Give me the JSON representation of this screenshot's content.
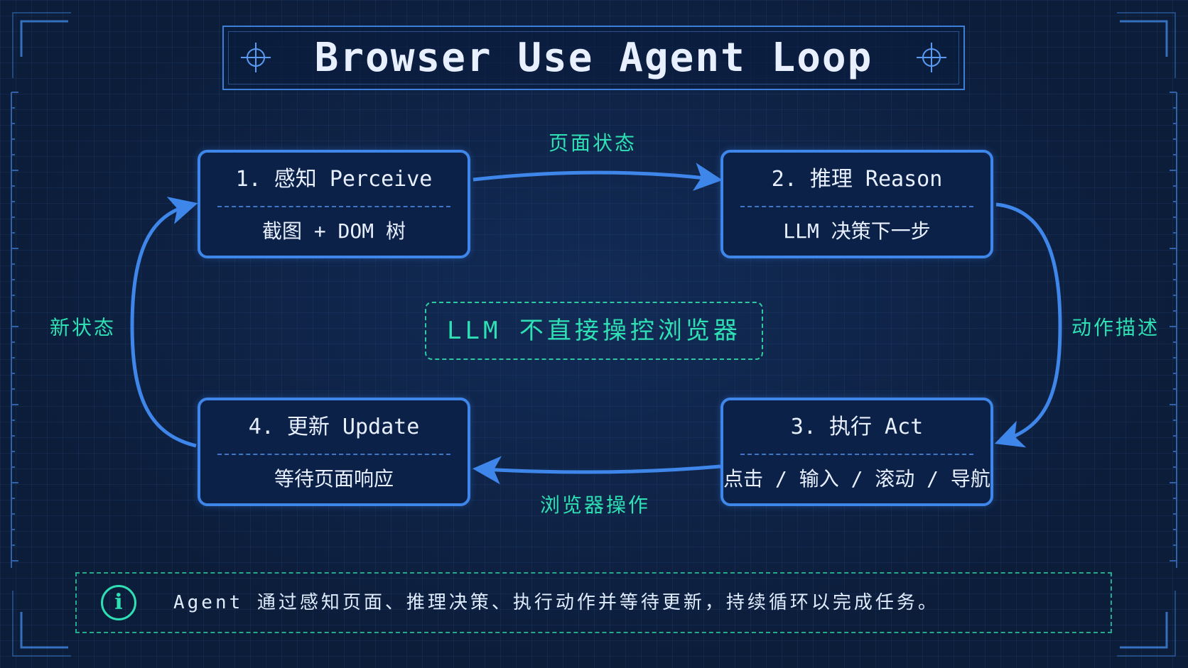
{
  "title": "Browser Use Agent Loop",
  "nodes": [
    {
      "head": "1. 感知 Perceive",
      "sub": "截图 + DOM 树"
    },
    {
      "head": "2. 推理 Reason",
      "sub": "LLM 决策下一步"
    },
    {
      "head": "3. 执行 Act",
      "sub": "点击 / 输入 / 滚动 / 导航"
    },
    {
      "head": "4. 更新 Update",
      "sub": "等待页面响应"
    }
  ],
  "edges": {
    "perceive_to_reason": "页面状态",
    "reason_to_act": "动作描述",
    "act_to_update": "浏览器操作",
    "update_to_perceive": "新状态"
  },
  "center_note": "LLM 不直接操控浏览器",
  "info": {
    "icon": "info-icon",
    "glyph": "i",
    "text": "Agent 通过感知页面、推理决策、执行动作并等待更新，持续循环以完成任务。"
  },
  "colors": {
    "background": "#0c1d3a",
    "node_border": "#3f86ea",
    "arrow": "#3f86ea",
    "accent_teal": "#2ee0b4",
    "text": "#e8f0ff"
  }
}
